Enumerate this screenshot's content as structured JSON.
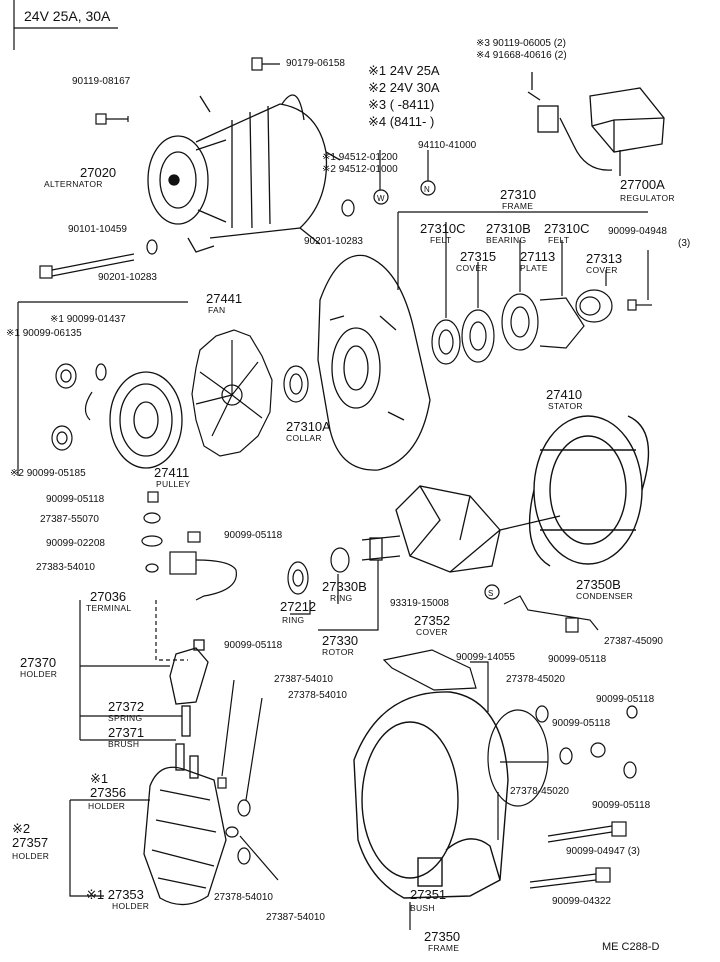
{
  "header": "24V  25A, 30A",
  "footer": "ME  C288-D",
  "notes": [
    "※1 24V  25A",
    "※2 24V  30A",
    "※3 (      -8411)",
    "※4 (8411-      )"
  ],
  "regulator_notes": [
    "※3 90119-06005 (2)",
    "※4 91668-40616 (2)"
  ],
  "parts": {
    "p90119_08167": "90119-08167",
    "p90179_06158": "90179-06158",
    "p27020": "27020",
    "p27020_name": "ALTERNATOR",
    "p94110_41000": "94110-41000",
    "p94512_01200": "※1 94512-01200",
    "p94512_01000": "※2 94512-01000",
    "p27700A": "27700A",
    "p27700A_name": "REGULATOR",
    "p90101_10459": "90101-10459",
    "p90201_10283a": "90201-10283",
    "p90201_10283b": "90201-10283",
    "p27310": "27310",
    "p27310_name": "FRAME",
    "p27310C_a": "27310C",
    "p27310C_a_name": "FELT",
    "p27310B": "27310B",
    "p27310B_name": "BEARING",
    "p27310C_b": "27310C",
    "p27310C_b_name": "FELT",
    "p90099_04948": "90099-04948",
    "p90099_04948_qty": "(3)",
    "p27315": "27315",
    "p27315_name": "COVER",
    "p27113": "27113",
    "p27113_name": "PLATE",
    "p27313": "27313",
    "p27313_name": "COVER",
    "p27441": "27441",
    "p27441_name": "FAN",
    "p90099_01437": "※1 90099-01437",
    "p90099_06135": "※1 90099-06135",
    "p90099_05185": "※2 90099-05185",
    "p27411": "27411",
    "p27411_name": "PULLEY",
    "p27310A": "27310A",
    "p27310A_name": "COLLAR",
    "p27410": "27410",
    "p27410_name": "STATOR",
    "p90099_05118_a": "90099-05118",
    "p27387_55070": "27387-55070",
    "p90099_05118_b": "90099-05118",
    "p90099_02208": "90099-02208",
    "p27383_54010": "27383-54010",
    "p27036": "27036",
    "p27036_name": "TERMINAL",
    "p27212": "27212",
    "p27212_name": "RING",
    "p27330B": "27330B",
    "p27330B_name": "RING",
    "p27330": "27330",
    "p27330_name": "ROTOR",
    "p93319_15008": "93319-15008",
    "p27350B": "27350B",
    "p27350B_name": "CONDENSER",
    "p27387_45090": "27387-45090",
    "p90099_05118_c": "90099-05118",
    "p27370": "27370",
    "p27370_name": "HOLDER",
    "p27352": "27352",
    "p27352_name": "COVER",
    "p90099_14055": "90099-14055",
    "p90099_05118_d": "90099-05118",
    "p27378_45020_a": "27378-45020",
    "p90099_05118_e": "90099-05118",
    "p90099_05118_f": "90099-05118",
    "p27387_54010_a": "27387-54010",
    "p27378_54010_a": "27378-54010",
    "p27372": "27372",
    "p27372_name": "SPRING",
    "p27371": "27371",
    "p27371_name": "BRUSH",
    "p27378_45020_b": "27378-45020",
    "p90099_05118_g": "90099-05118",
    "p27356_mark": "※1",
    "p27356": "27356",
    "p27356_name": "HOLDER",
    "p27357_mark": "※2",
    "p27357": "27357",
    "p27357_name": "HOLDER",
    "p90099_04947": "90099-04947 (3)",
    "p27353": "※1 27353",
    "p27353_name": "HOLDER",
    "p27378_54010_b": "27378-54010",
    "p27387_54010_b": "27387-54010",
    "p27351": "27351",
    "p27351_name": "BUSH",
    "p90099_04322": "90099-04322",
    "p27350": "27350",
    "p27350_name": "FRAME"
  }
}
